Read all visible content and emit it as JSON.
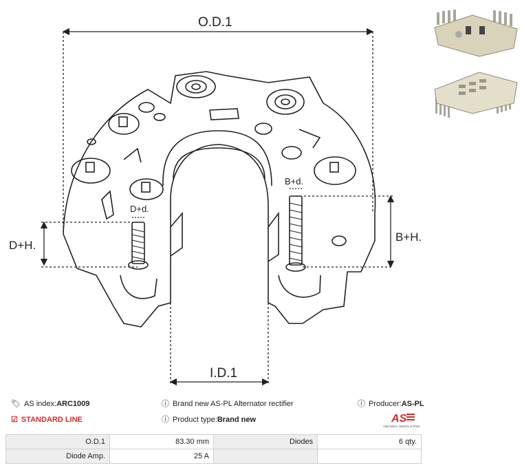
{
  "drawing": {
    "dimensions": {
      "od1": "O.D.1",
      "id1": "I.D.1",
      "dh": "D+H.",
      "bh": "B+H.",
      "dd": "D+d.",
      "bd": "B+d."
    }
  },
  "photos": [
    {
      "name": "rectifier-photo-top",
      "colors": {
        "body": "#d9d3bb",
        "fins": "#a9a59a"
      }
    },
    {
      "name": "rectifier-photo-bottom",
      "colors": {
        "body": "#e4dfca",
        "fins": "#a9a59a"
      }
    }
  ],
  "info": {
    "index_label": "AS index: ",
    "index_value": "ARC1009",
    "line_label": "STANDARD LINE",
    "brand_new_text": "Brand new AS-PL Alternator rectifier",
    "product_type_label": "Product type: ",
    "product_type_value": "Brand new",
    "producer_label": "Producer: ",
    "producer_value": "AS-PL",
    "logo_text": "AS",
    "logo_tagline": "Alternators, Starters & Parts",
    "accent_color": "#d42a2a"
  },
  "icons": {
    "tags": "tags-icon",
    "check_square": "check-square-icon",
    "info": "info-circle-icon"
  },
  "params": {
    "rows": [
      {
        "label1": "O.D.1",
        "value1": "83.30 mm",
        "label2": "Diodes",
        "value2": "6 qty."
      },
      {
        "label1": "Diode Amp.",
        "value1": "25 A",
        "label2": "",
        "value2": ""
      }
    ]
  }
}
